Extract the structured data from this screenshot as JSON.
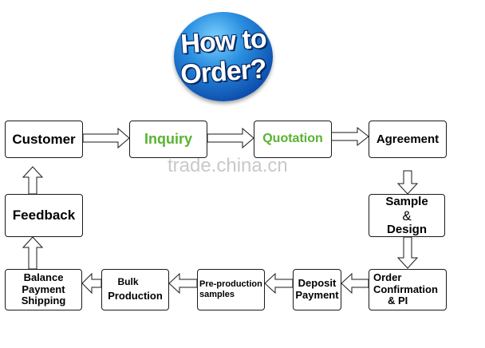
{
  "badge": {
    "line1": "How to",
    "line2": "Order?"
  },
  "watermark": "trade.china.cn",
  "steps": {
    "customer": "Customer",
    "inquiry": "Inquiry",
    "quotation": "Quotation",
    "agreement": "Agreement",
    "sample_line1": "Sample",
    "sample_amp": "&",
    "sample_line2": "Design",
    "order_line1": "Order",
    "order_line2": "Confirmation",
    "order_line3": "& PI",
    "deposit_line1": "Deposit",
    "deposit_line2": "Payment",
    "preprod_line1": "Pre-production",
    "preprod_line2": "samples",
    "bulk_line1": "Bulk",
    "bulk_line2": "Production",
    "balance_line1": "Balance",
    "balance_line2": "Payment",
    "balance_line3": "Shipping",
    "feedback": "Feedback"
  },
  "colors": {
    "highlight_text": "#58b330",
    "badge_blue": "#1565c0"
  }
}
